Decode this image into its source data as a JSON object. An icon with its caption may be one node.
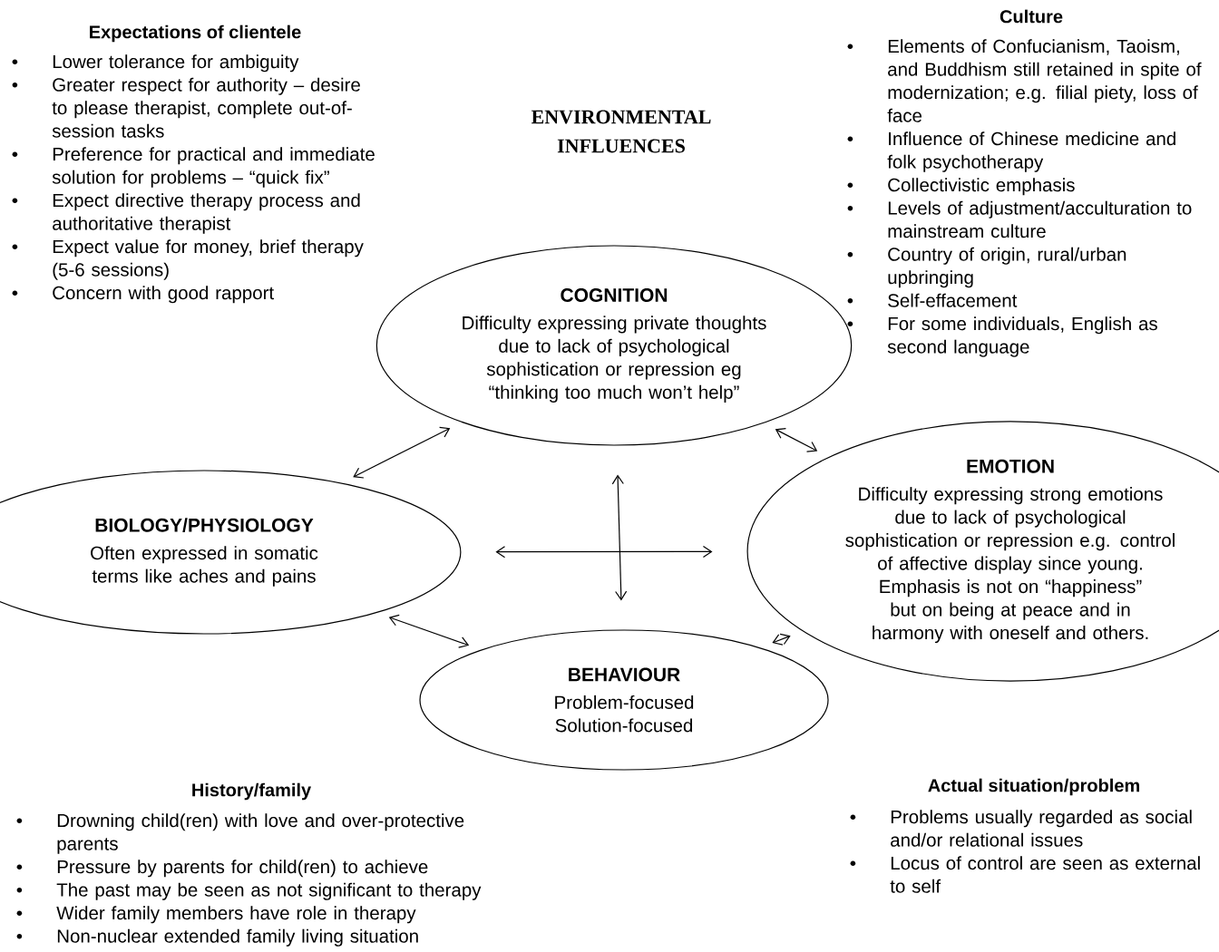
{
  "diagram": {
    "title": "ENVIRONMENTAL INFLUENCES",
    "nodes": [
      {
        "text": [
          "COGNITION",
          "Difficulty expressing private thoughts due to lack of psychological sophistication or repression eg “thinking too much won’t help”"
        ]
      },
      {
        "text": [
          "BIOLOGY/PHYSIOLOGY",
          "Often expressed in somatic terms like aches and pains"
        ]
      },
      {
        "text": [
          "EMOTION",
          "Difficulty expressing strong emotions due to lack of psychological sophistication or repression e.g. control of affective display since young.",
          "Emphasis is not on “happiness” but on being at peace and in harmony with oneself and others."
        ]
      },
      {
        "text": [
          "BEHAVIOUR",
          "Problem-focused",
          "Solution-focused"
        ]
      }
    ],
    "edges": [
      {
        "from": 0,
        "to": 1,
        "arrow": "both"
      },
      {
        "from": 0,
        "to": 2,
        "arrow": "both"
      },
      {
        "from": 1,
        "to": 2,
        "arrow": "both"
      },
      {
        "from": 0,
        "to": 3,
        "arrow": "both"
      },
      {
        "from": 1,
        "to": 3,
        "arrow": "both"
      },
      {
        "from": 3,
        "to": 2,
        "arrow": "both"
      }
    ],
    "labels": [
      "Expectations of clientele",
      "Lower tolerance for ambiguity",
      "Greater respect for authority – desire to please therapist, complete out-of-session tasks",
      "Preference for practical and immediate solution for problems – “quick fix”",
      "Expect directive therapy process and authoritative therapist",
      "Expect value for money, brief therapy (5-6 sessions)",
      "Concern with good rapport",
      "Culture",
      "Elements of Confucianism, Taoism, and Buddhism still retained in spite of modernization; e.g. filial piety, loss of face",
      "Influence of Chinese medicine and folk psychotherapy",
      "Collectivistic emphasis",
      "Levels of adjustment/acculturation to mainstream culture",
      "Country of origin, rural/urban upbringing",
      "Self-effacement",
      "For some individuals, English as second language",
      "History/family",
      "Drowning child(ren) with love and over-protective parents",
      "Pressure by parents for child(ren) to achieve",
      "The past may be seen as not significant to therapy",
      "Wider family members have role in therapy",
      "Non-nuclear extended family living situation",
      "Actual situation/problem",
      "Problems usually regarded as social and/or relational issues",
      "Locus of control are seen as external to self"
    ]
  }
}
